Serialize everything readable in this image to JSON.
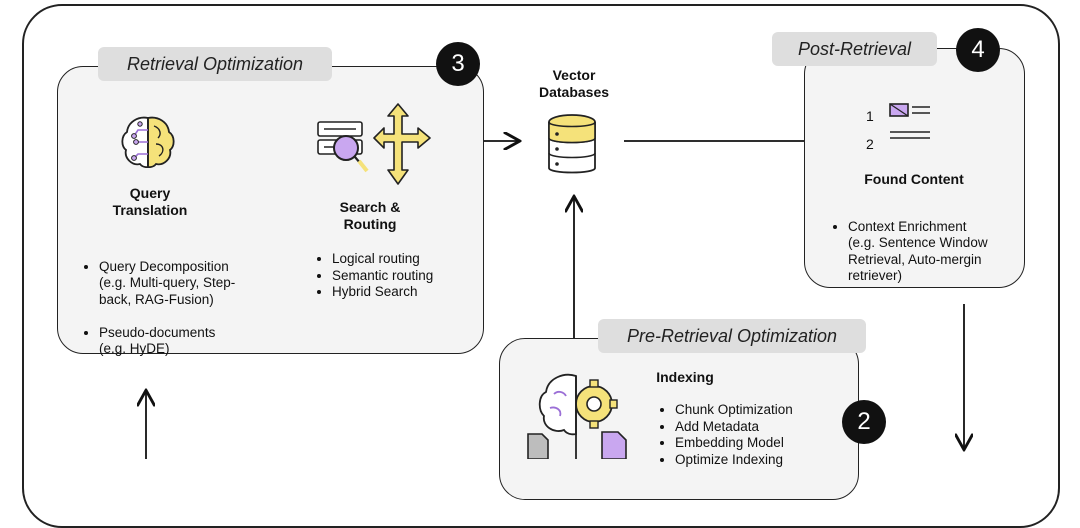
{
  "stages": {
    "retrieval": {
      "label": "Retrieval Optimization",
      "number": "3"
    },
    "post": {
      "label": "Post-Retrieval",
      "number": "4"
    },
    "pre": {
      "label": "Pre-Retrieval Optimization",
      "number": "2"
    }
  },
  "query_translation": {
    "title": "Query\nTranslation",
    "bullets": [
      "Query Decomposition\n(e.g. Multi-query, Step-\nback, RAG-Fusion)",
      "Pseudo-documents\n(e.g. HyDE)"
    ]
  },
  "search_routing": {
    "title": "Search &\nRouting",
    "bullets": [
      "Logical routing",
      "Semantic routing",
      "Hybrid Search"
    ]
  },
  "vector_db": {
    "title": "Vector\nDatabases"
  },
  "found_content": {
    "title": "Found Content",
    "list_numbers": [
      "1",
      "2"
    ],
    "bullets": [
      "Context Enrichment\n(e.g. Sentence Window\nRetrieval, Auto-mergin\nretriever)"
    ]
  },
  "indexing": {
    "title": "Indexing",
    "bullets": [
      "Chunk Optimization",
      "Add Metadata",
      "Embedding Model",
      "Optimize Indexing"
    ]
  },
  "colors": {
    "brain_yellow": "#f5e27a",
    "purple": "#c9a7f0",
    "panel_bg": "#f4f4f4",
    "tag_bg": "#dedede"
  }
}
